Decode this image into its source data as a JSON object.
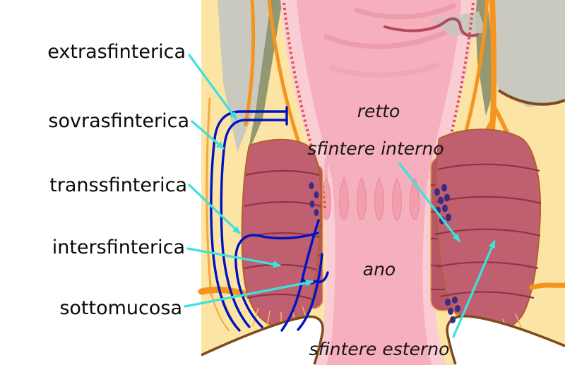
{
  "labels_left": [
    {
      "text": "extrasfinterica"
    },
    {
      "text": "sovrasfinterica"
    },
    {
      "text": "transsfinterica"
    },
    {
      "text": "intersfinterica"
    },
    {
      "text": "sottomucosa"
    }
  ],
  "labels_inline": [
    {
      "text": "retto"
    },
    {
      "text": "sfintere interno"
    },
    {
      "text": "ano"
    },
    {
      "text": "sfintere esterno"
    }
  ],
  "colors": {
    "background": "#FFFFFF",
    "canvas_yellow": "#FBE4A4",
    "gray": "#C9C9C0",
    "olive": "#8D9370",
    "brown": "#7E4A1E",
    "orange": "#F5941E",
    "muscle_red": "#C05F6F",
    "muscle_inner": "#B85668",
    "wall_pink": "#FACDD4",
    "lumen_pink": "#F6AFBD",
    "mucosa_red": "#E05050",
    "fistula_blue": "#0013C2",
    "pointer_cyan": "#3BE3DC",
    "lymph_purple": "#3A2B85",
    "label_text": "#000000"
  }
}
